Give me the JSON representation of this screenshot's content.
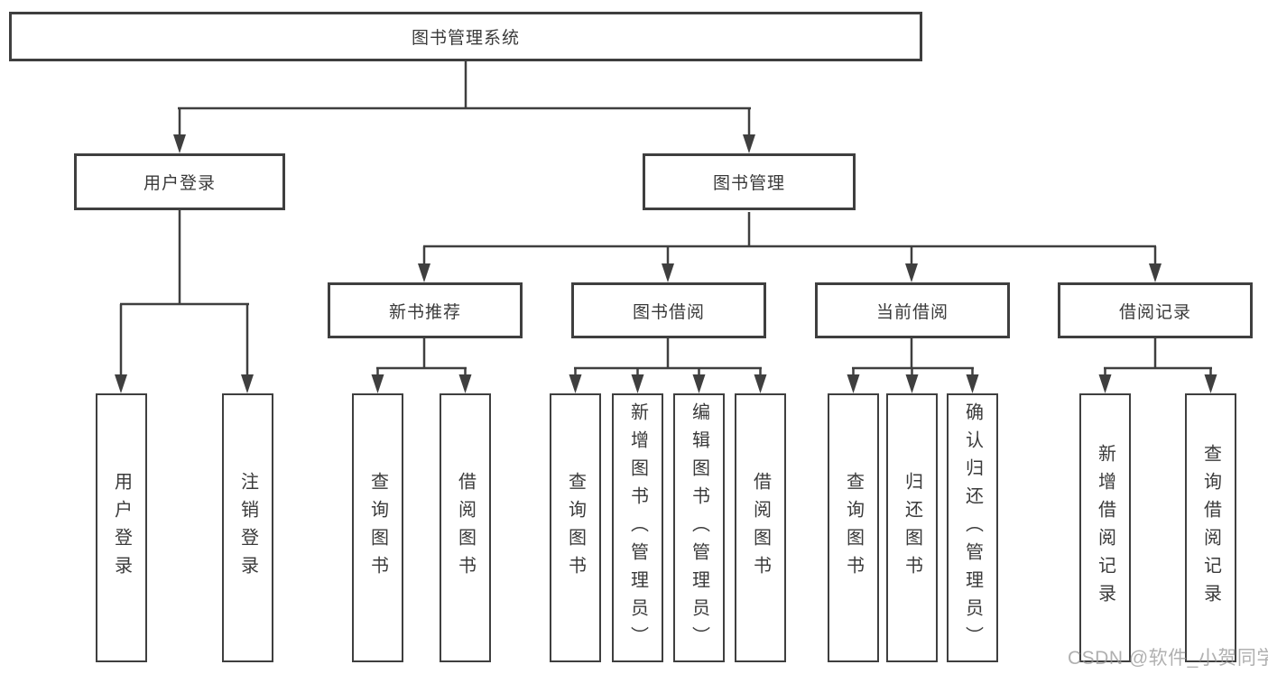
{
  "tree": {
    "label": "图书管理系统",
    "children": [
      {
        "label": "用户登录",
        "children": [
          {
            "label": "用户登录"
          },
          {
            "label": "注销登录"
          }
        ]
      },
      {
        "label": "图书管理",
        "children": [
          {
            "label": "新书推荐",
            "children": [
              {
                "label": "查询图书"
              },
              {
                "label": "借阅图书"
              }
            ]
          },
          {
            "label": "图书借阅",
            "children": [
              {
                "label": "查询图书"
              },
              {
                "label": "新增图书（管理员）"
              },
              {
                "label": "编辑图书（管理员）"
              },
              {
                "label": "借阅图书"
              }
            ]
          },
          {
            "label": "当前借阅",
            "children": [
              {
                "label": "查询图书"
              },
              {
                "label": "归还图书"
              },
              {
                "label": "确认归还（管理员）"
              }
            ]
          },
          {
            "label": "借阅记录",
            "children": [
              {
                "label": "新增借阅记录"
              },
              {
                "label": "查询借阅记录"
              }
            ]
          }
        ]
      }
    ]
  },
  "watermark": {
    "text": "CSDN @软件_小贺同学"
  },
  "colors": {
    "line": "#3f3f3f",
    "box_border": "#3f3f3f",
    "text": "#3a3a3a",
    "watermark": "#969696",
    "background": "#ffffff"
  }
}
